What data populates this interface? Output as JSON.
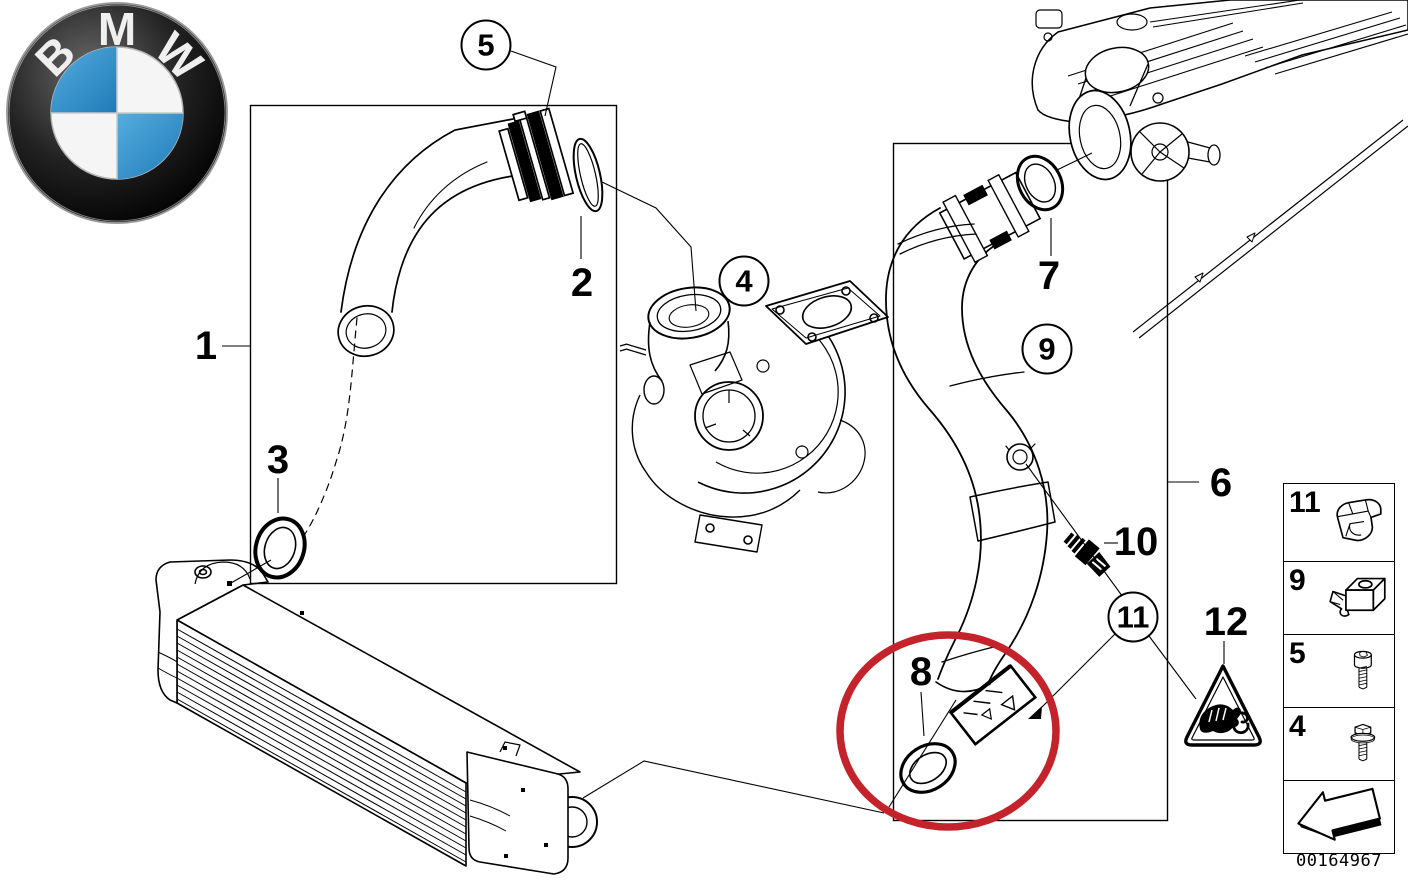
{
  "logo": {
    "letter_b": "B",
    "letter_m": "M",
    "letter_w": "W"
  },
  "callouts": {
    "c1": "1",
    "c2": "2",
    "c3": "3",
    "c4": "4",
    "c5": "5",
    "c6": "6",
    "c7": "7",
    "c8": "8",
    "c9": "9",
    "c10": "10",
    "c11": "11",
    "c12": "12"
  },
  "legend": {
    "item_11": "11",
    "item_9": "9",
    "item_5": "5",
    "item_4": "4"
  },
  "footer": {
    "part_number": "00164967"
  },
  "colors": {
    "highlight_red": "#c4232b",
    "bmw_blue": "#2e9ad8",
    "line": "#000000"
  },
  "icons": {
    "legend_row_1": "bracket-clip",
    "legend_row_2": "cage-nut",
    "legend_row_3": "socket-head-screw",
    "legend_row_4": "hex-flange-bolt",
    "legend_row_5": "direction-arrow",
    "warning": "hand-pinch-warning",
    "logo": "bmw-roundel"
  }
}
